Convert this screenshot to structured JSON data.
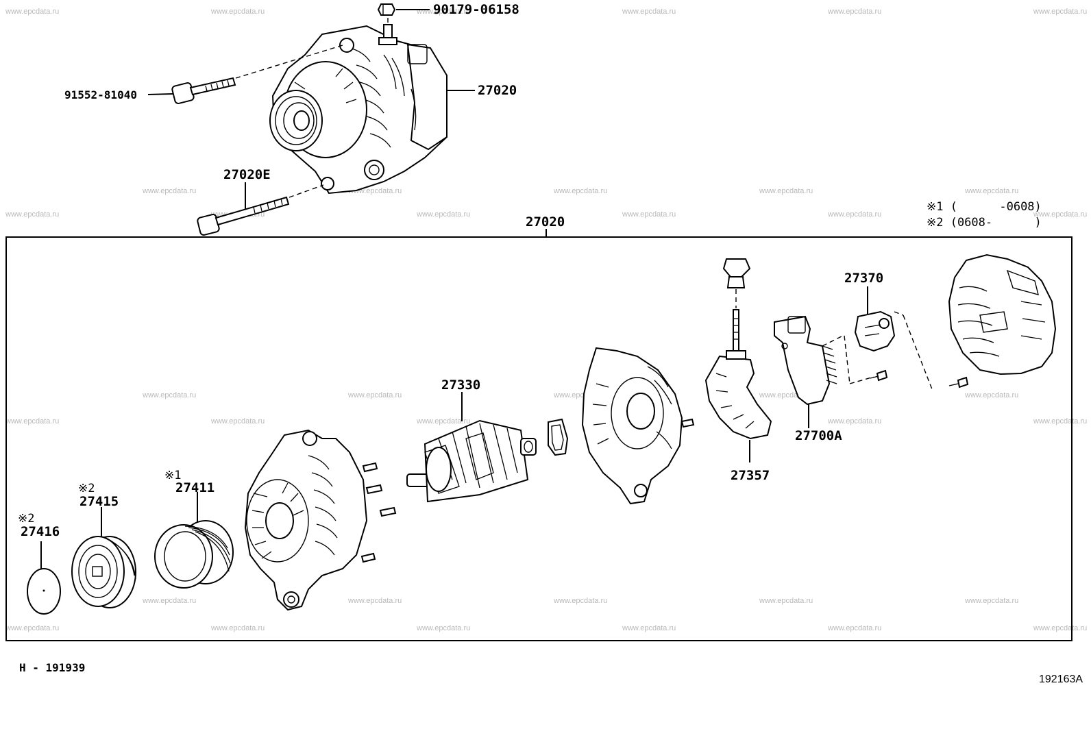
{
  "watermark": "www.epcdata.ru",
  "legend": {
    "note1": "※1 (      -0608)",
    "note2": "※2 (0608-      )"
  },
  "labels": {
    "bolt_top_nut": "90179-06158",
    "bolt_long": "91552-81040",
    "assembly_top": "27020",
    "bolt_lower": "27020E",
    "assembly_box": "27020",
    "rotor": "27330",
    "brush_holder": "27370",
    "regulator": "27700A",
    "rectifier": "27357",
    "pulley_clutch": "27411",
    "pulley_clutch_mark": "※1",
    "pulley": "27415",
    "pulley_mark": "※2",
    "pulley_cap": "27416",
    "pulley_cap_mark": "※2"
  },
  "footer": {
    "left_code": "H - 191939",
    "right_code": "192163A"
  }
}
